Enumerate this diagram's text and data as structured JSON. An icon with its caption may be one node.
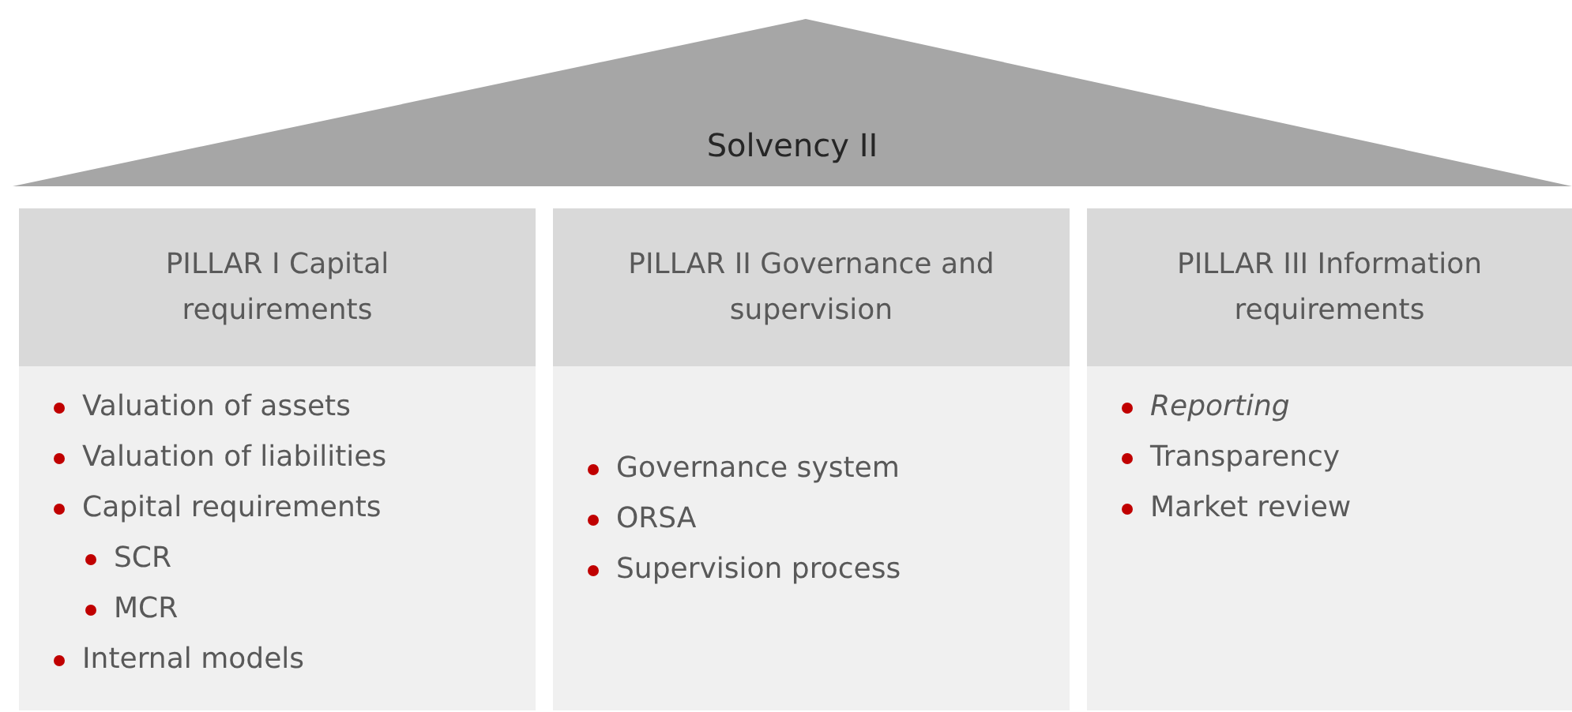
{
  "diagram": {
    "nodes": [
      {
        "text": [
          "Solvency II"
        ]
      },
      {
        "text": [
          "PILLAR I Capital requirements",
          "Valuation of assets",
          "Valuation of liabilities",
          "Capital requirements",
          "SCR",
          "MCR",
          "Internal models"
        ]
      },
      {
        "text": [
          "PILLAR II Governance and supervision",
          "Governance system",
          "ORSA",
          "Supervision process"
        ]
      },
      {
        "text": [
          "PILLAR III Information requirements",
          "*Reporting*",
          "Transparency",
          "Market review"
        ]
      }
    ]
  }
}
